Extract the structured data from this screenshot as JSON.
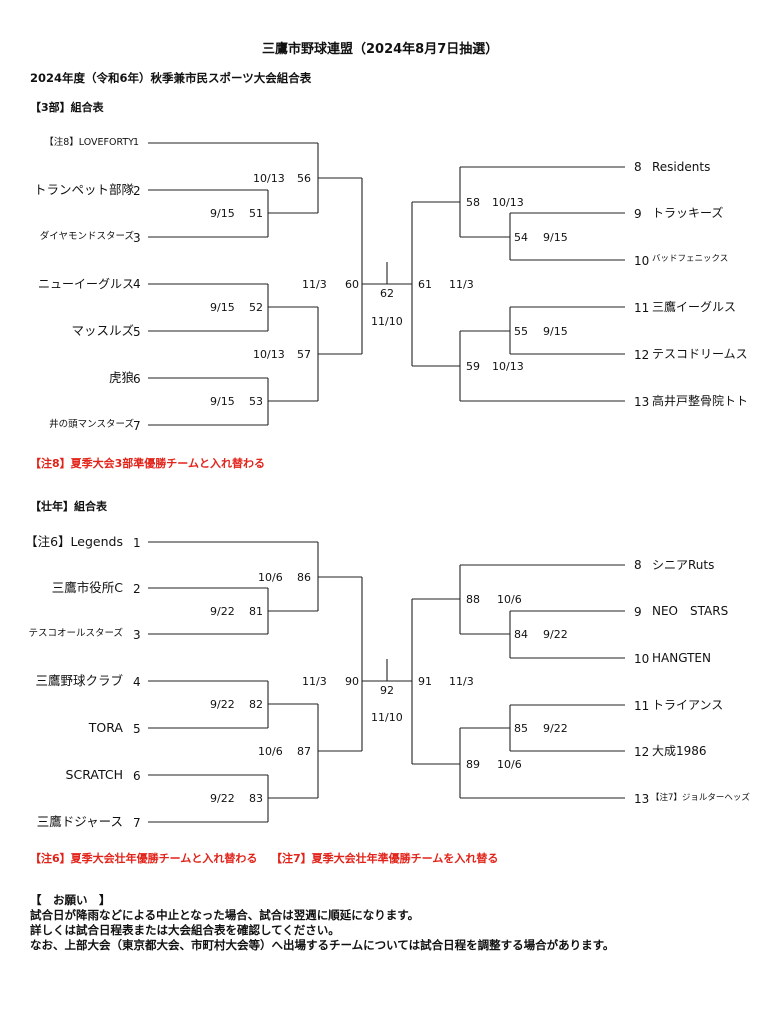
{
  "header": {
    "title": "三鷹市野球連盟（2024年8月7日抽選）",
    "subtitle": "2024年度（令和6年）秋季兼市民スポーツ大会組合表"
  },
  "div3": {
    "label": "【3部】組合表",
    "left": [
      {
        "name": "【注8】LOVEFORTY",
        "seed": "1"
      },
      {
        "name": "トランペット部隊",
        "seed": "2"
      },
      {
        "name": "ダイヤモンドスターズ",
        "seed": "3"
      },
      {
        "name": "ニューイーグルス",
        "seed": "4"
      },
      {
        "name": "マッスルズ",
        "seed": "5"
      },
      {
        "name": "虎狼",
        "seed": "6"
      },
      {
        "name": "井の頭マンスターズ",
        "seed": "7"
      }
    ],
    "right": [
      {
        "seed": "8",
        "name": "Residents"
      },
      {
        "seed": "9",
        "name": "トラッキーズ"
      },
      {
        "seed": "10",
        "name": "バッドフェニックス"
      },
      {
        "seed": "11",
        "name": "三鷹イーグルス"
      },
      {
        "seed": "12",
        "name": "テスコドリームス"
      },
      {
        "seed": "13",
        "name": "高井戸整骨院トト"
      }
    ],
    "games": {
      "g51": {
        "date": "9/15",
        "no": "51"
      },
      "g52": {
        "date": "9/15",
        "no": "52"
      },
      "g53": {
        "date": "9/15",
        "no": "53"
      },
      "g56": {
        "date": "10/13",
        "no": "56"
      },
      "g57": {
        "date": "10/13",
        "no": "57"
      },
      "g60": {
        "date": "11/3",
        "no": "60"
      },
      "g54": {
        "date": "9/15",
        "no": "54"
      },
      "g55": {
        "date": "9/15",
        "no": "55"
      },
      "g58": {
        "date": "10/13",
        "no": "58"
      },
      "g59": {
        "date": "10/13",
        "no": "59"
      },
      "g61": {
        "date": "11/3",
        "no": "61"
      },
      "final": {
        "date": "11/10",
        "no": "62"
      }
    },
    "note": "【注8】夏季大会3部準優勝チームと入れ替わる"
  },
  "senior": {
    "label": "【壮年】組合表",
    "left": [
      {
        "name": "【注6】Legends",
        "seed": "1"
      },
      {
        "name": "三鷹市役所C",
        "seed": "2"
      },
      {
        "name": "テスコオールスターズ",
        "seed": "3"
      },
      {
        "name": "三鷹野球クラブ",
        "seed": "4"
      },
      {
        "name": "TORA",
        "seed": "5"
      },
      {
        "name": "SCRATCH",
        "seed": "6"
      },
      {
        "name": "三鷹ドジャース",
        "seed": "7"
      }
    ],
    "right": [
      {
        "seed": "8",
        "name": "シニアRuts"
      },
      {
        "seed": "9",
        "name": "NEO　STARS"
      },
      {
        "seed": "10",
        "name": "HANGTEN"
      },
      {
        "seed": "11",
        "name": "トライアンス"
      },
      {
        "seed": "12",
        "name": "大成1986"
      },
      {
        "seed": "13",
        "name": "【注7】ジョルターヘッズ"
      }
    ],
    "games": {
      "g81": {
        "date": "9/22",
        "no": "81"
      },
      "g82": {
        "date": "9/22",
        "no": "82"
      },
      "g83": {
        "date": "9/22",
        "no": "83"
      },
      "g86": {
        "date": "10/6",
        "no": "86"
      },
      "g87": {
        "date": "10/6",
        "no": "87"
      },
      "g90": {
        "date": "11/3",
        "no": "90"
      },
      "g84": {
        "date": "9/22",
        "no": "84"
      },
      "g85": {
        "date": "9/22",
        "no": "85"
      },
      "g88": {
        "date": "10/6",
        "no": "88"
      },
      "g89": {
        "date": "10/6",
        "no": "89"
      },
      "g91": {
        "date": "11/3",
        "no": "91"
      },
      "final": {
        "date": "11/10",
        "no": "92"
      }
    },
    "note1": "【注6】夏季大会壮年優勝チームと入れ替わる",
    "note2": "【注7】夏季大会壮年準優勝チームを入れ替る"
  },
  "request": {
    "title": "【　お願い　】",
    "lines": [
      "試合日が降雨などによる中止となった場合、試合は翌週に順延になります。",
      "詳しくは試合日程表または大会組合表を確認してください。",
      "なお、上部大会（東京都大会、市町村大会等）へ出場するチームについては試合日程を調整する場合があります。"
    ]
  }
}
